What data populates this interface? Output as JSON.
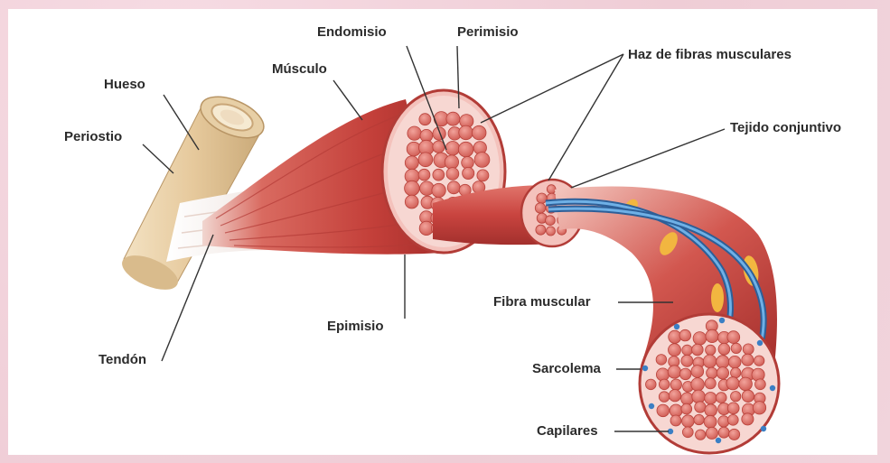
{
  "labels": {
    "hueso": "Hueso",
    "periostio": "Periostio",
    "musculo": "Músculo",
    "endomisio": "Endomisio",
    "perimisio": "Perimisio",
    "haz": "Haz de fibras musculares",
    "tejido": "Tejido conjuntivo",
    "fibra": "Fibra muscular",
    "epimisio": "Epimisio",
    "tendon": "Tendón",
    "sarcolema": "Sarcolema",
    "capilares": "Capilares"
  },
  "colors": {
    "background": "#f2d3dc",
    "panel": "#ffffff",
    "muscle": "#c8453f",
    "muscle_dark": "#9e2a2a",
    "fiber_cell": "#e07a72",
    "bone": "#e9d2ad",
    "tendon": "#f3ece6",
    "capillary": "#3b7fc4",
    "fat": "#f2b640"
  }
}
